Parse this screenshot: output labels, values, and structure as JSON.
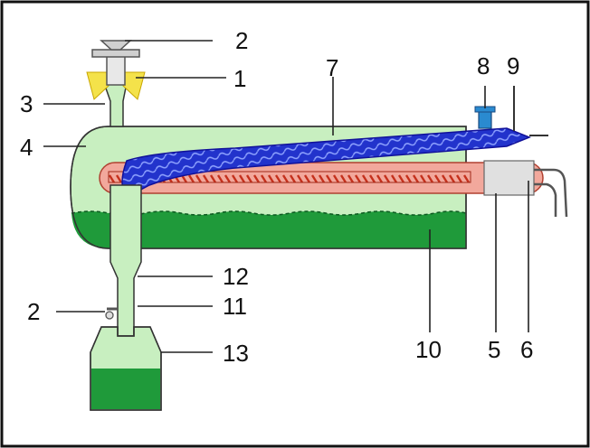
{
  "labels": {
    "l1": "1",
    "l2_top": "2",
    "l2_side": "2",
    "l3": "3",
    "l4": "4",
    "l5": "5",
    "l6": "6",
    "l7": "7",
    "l8": "8",
    "l9": "9",
    "l10": "10",
    "l11": "11",
    "l12": "12",
    "l13": "13"
  },
  "colors": {
    "border": "#111111",
    "gas_space": "#c8efc0",
    "liquid": "#1f9a3a",
    "liquid_light": "#33b34d",
    "screw_blue": "#2233cc",
    "screw_light": "#6f86ff",
    "heater_pink": "#f2a89c",
    "heater_core": "#d0462e",
    "heat_yellow": "#f4e24a",
    "metal": "#d8d8d8"
  }
}
